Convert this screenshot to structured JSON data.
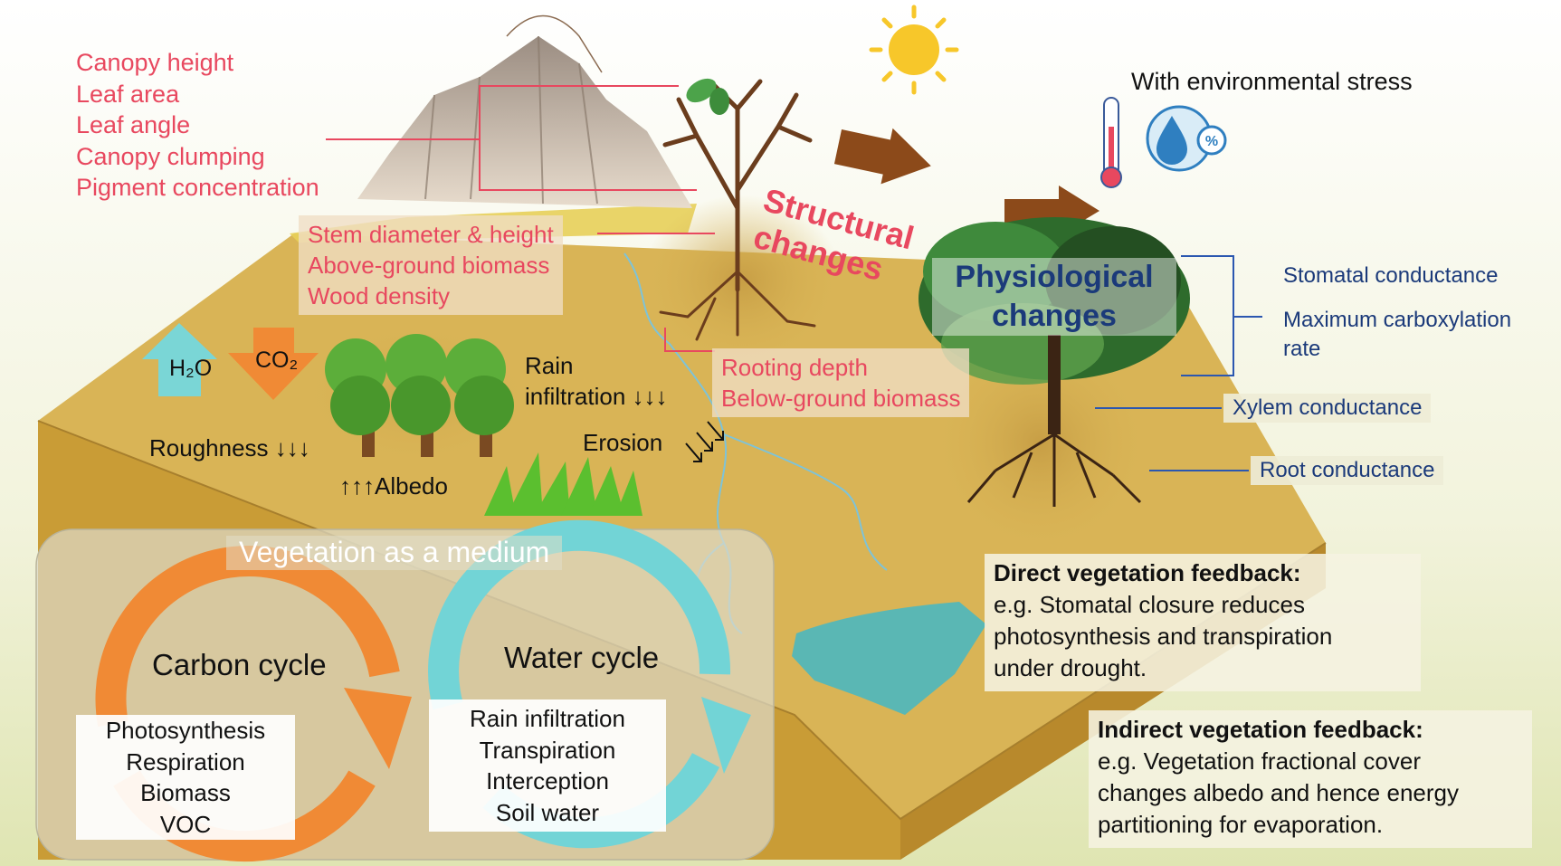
{
  "structure_labels": [
    "Canopy height",
    "Leaf area",
    "Leaf angle",
    "Canopy clumping",
    "Pigment concentration"
  ],
  "stem_labels": [
    "Stem diameter & height",
    "Above-ground biomass",
    "Wood density"
  ],
  "root_labels": [
    "Rooting depth",
    "Below-ground biomass"
  ],
  "structural_changes": [
    "Structural",
    "changes"
  ],
  "physiological_changes": [
    "Physiological",
    "changes"
  ],
  "environmental_stress": "With environmental stress",
  "physio_labels": {
    "stomatal": "Stomatal conductance",
    "carboxylation": [
      "Maximum carboxylation",
      "rate"
    ],
    "xylem": "Xylem conductance",
    "root": "Root conductance"
  },
  "land_labels": {
    "h2o": "H₂O",
    "co2": "CO₂",
    "roughness": "Roughness ↓↓↓",
    "albedo": "↑↑↑Albedo",
    "rain": [
      "Rain",
      "infiltration ↓↓↓"
    ],
    "erosion": "Erosion"
  },
  "medium": {
    "title": "Vegetation as a medium",
    "carbon": {
      "title": "Carbon cycle",
      "items": [
        "Photosynthesis",
        "Respiration",
        "Biomass",
        "VOC"
      ]
    },
    "water": {
      "title": "Water cycle",
      "items": [
        "Rain infiltration",
        "Transpiration",
        "Interception",
        "Soil water"
      ]
    }
  },
  "direct_feedback": {
    "title": "Direct vegetation feedback:",
    "lines": [
      "e.g. Stomatal closure reduces",
      "photosynthesis and transpiration",
      "under drought."
    ]
  },
  "indirect_feedback": {
    "title": "Indirect vegetation feedback:",
    "lines": [
      "e.g. Vegetation fractional cover",
      "changes albedo and hence energy",
      "partitioning for evaporation."
    ]
  },
  "icons": {
    "sun": "sun-icon",
    "thermometer": "thermometer-icon",
    "humidity": "humidity-percent-icon"
  },
  "colors": {
    "accent_red": "#e8485f",
    "navy": "#1b3a7a",
    "ground": "#d8b454",
    "carbon_orange": "#f08a35",
    "water_cyan": "#72d4d6"
  }
}
